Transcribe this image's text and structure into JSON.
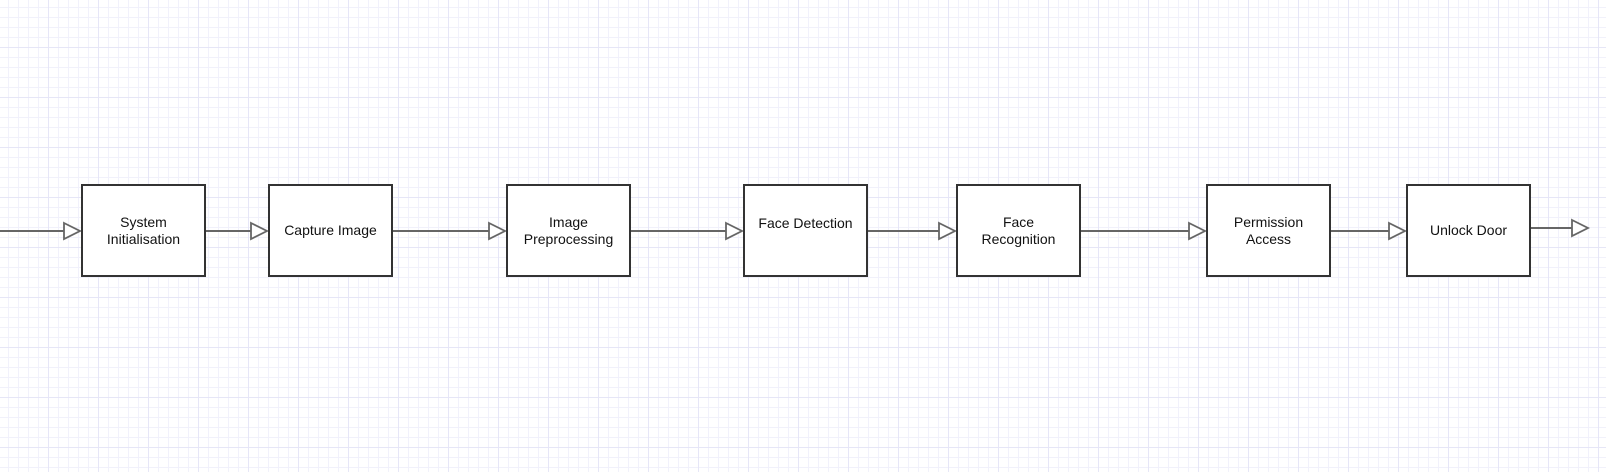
{
  "diagram": {
    "type": "flowchart",
    "direction": "left-to-right",
    "colors": {
      "stroke": "#333333",
      "edge": "#666666",
      "fill": "#ffffff",
      "grid": "#e6e6f7"
    },
    "nodes": [
      {
        "id": "system-initialisation",
        "label": "System\nInitialisation"
      },
      {
        "id": "capture-image",
        "label": "Capture Image"
      },
      {
        "id": "image-preprocessing",
        "label": "Image\nPreprocessing"
      },
      {
        "id": "face-detection",
        "label": "Face Detection"
      },
      {
        "id": "face-recognition",
        "label": "Face\nRecognition"
      },
      {
        "id": "permission-access",
        "label": "Permission\nAccess"
      },
      {
        "id": "unlock-door",
        "label": "Unlock Door"
      }
    ],
    "edges": [
      {
        "from": null,
        "to": "system-initialisation"
      },
      {
        "from": "system-initialisation",
        "to": "capture-image"
      },
      {
        "from": "capture-image",
        "to": "image-preprocessing"
      },
      {
        "from": "image-preprocessing",
        "to": "face-detection"
      },
      {
        "from": "face-detection",
        "to": "face-recognition"
      },
      {
        "from": "face-recognition",
        "to": "permission-access"
      },
      {
        "from": "permission-access",
        "to": "unlock-door"
      },
      {
        "from": "unlock-door",
        "to": null
      }
    ]
  }
}
